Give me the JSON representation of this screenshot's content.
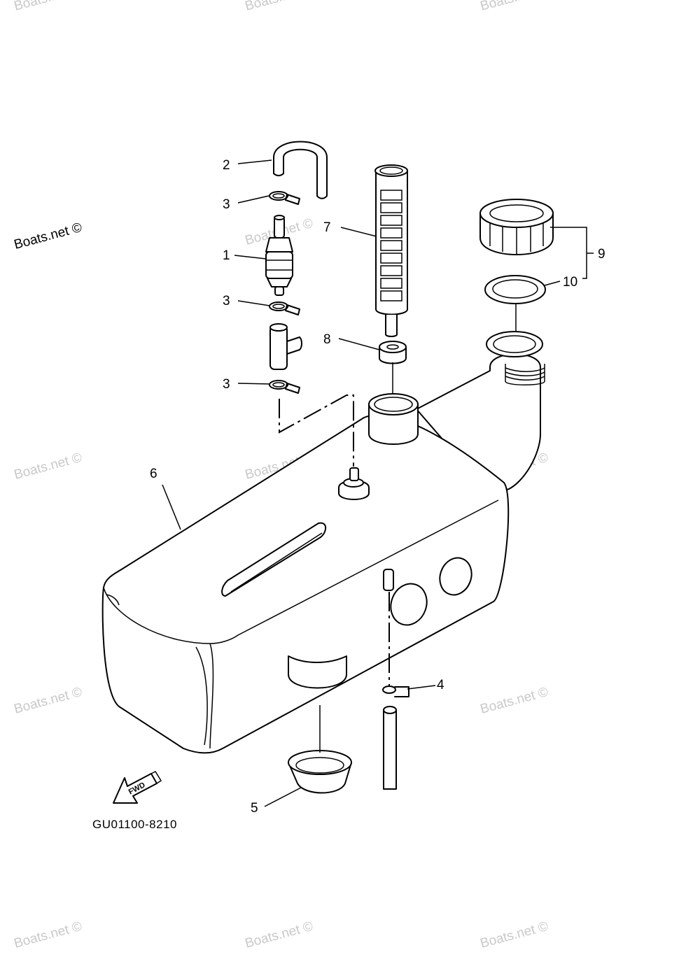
{
  "watermark": {
    "text": "Boats.net ©",
    "prominent_text": "Boats.net ©"
  },
  "callouts": {
    "part_1": "1",
    "part_2": "2",
    "part_3a": "3",
    "part_3b": "3",
    "part_3c": "3",
    "part_4": "4",
    "part_5": "5",
    "part_6": "6",
    "part_7": "7",
    "part_8": "8",
    "part_9": "9",
    "part_10": "10"
  },
  "fwd_arrow": {
    "label": "FWD"
  },
  "diagram_code": "GU01100-8210"
}
